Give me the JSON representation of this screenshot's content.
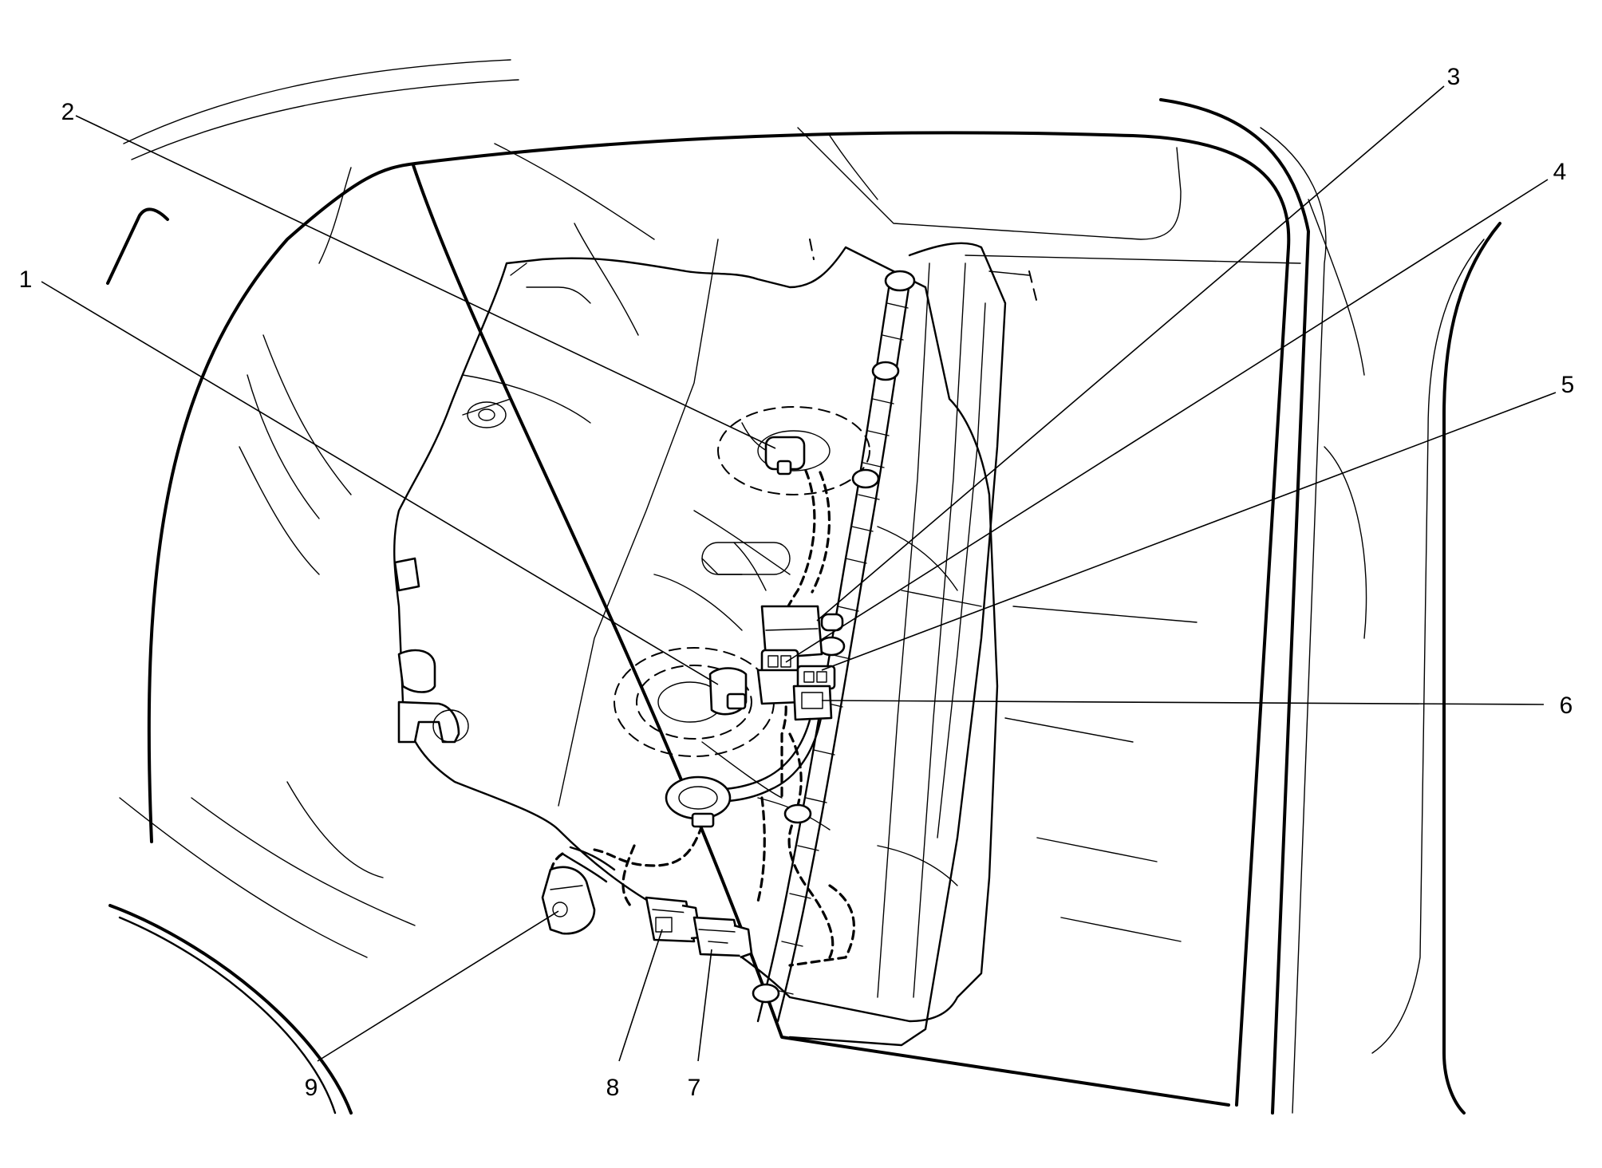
{
  "callouts": [
    {
      "number": "1",
      "target": "fuel-pump-module-connector"
    },
    {
      "number": "2",
      "target": "fuel-tank-pressure-sensor-connector"
    },
    {
      "number": "3",
      "target": "harness-connector-upper"
    },
    {
      "number": "4",
      "target": "harness-connector-left"
    },
    {
      "number": "5",
      "target": "harness-connector-right-upper"
    },
    {
      "number": "6",
      "target": "harness-connector-right-lower"
    },
    {
      "number": "7",
      "target": "inline-connector-7"
    },
    {
      "number": "8",
      "target": "inline-connector-8"
    },
    {
      "number": "9",
      "target": "evap-connector"
    }
  ]
}
